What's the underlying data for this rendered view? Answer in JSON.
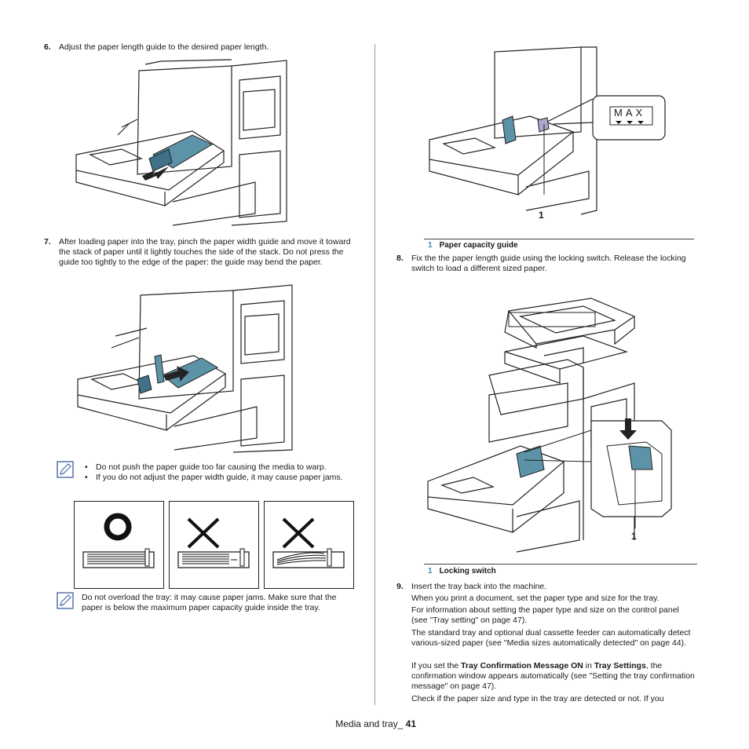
{
  "step6": {
    "num": "6.",
    "text": "Adjust the paper length guide to the desired paper length."
  },
  "step7": {
    "num": "7.",
    "text": "After loading paper into the tray, pinch the paper width guide and move it toward the stack of paper until it lightly touches the side of the stack. Do not press the guide too tightly to the edge of the paper: the guide may bend the paper."
  },
  "note1": {
    "icon": "note-pencil-icon",
    "bullets": [
      "Do not push the paper guide too far causing the media to warp.",
      "If you do not adjust the paper width guide, it may cause paper jams."
    ]
  },
  "note2": {
    "icon": "note-pencil-icon",
    "text": "Do not overload the tray: it may cause paper jams. Make sure that the paper is below the maximum paper capacity guide inside the tray."
  },
  "capacity_figure": {
    "max_label": "MAX",
    "callout": "1"
  },
  "caption1": {
    "num": "1",
    "text": "Paper capacity guide"
  },
  "step8": {
    "num": "8.",
    "text": "Fix the the paper length guide using the locking switch. Release the locking switch to load a different sized paper."
  },
  "locking_figure": {
    "callout": "1"
  },
  "caption2": {
    "num": "1",
    "text": "Locking switch"
  },
  "step9": {
    "num": "9.",
    "line1": "Insert the tray back into the machine.",
    "p1": "When you print a document, set the paper type and size for the tray.",
    "p2": "For information about setting the paper type and size on the control panel (see \"Tray setting\" on page 47).",
    "p3": "The standard tray and optional dual cassette feeder can automatically detect various-sized paper (see \"Media sizes automatically detected\" on page 44).",
    "p4_a": "If you set the ",
    "p4_b": "Tray Confirmation Message ON",
    "p4_c": " in ",
    "p4_d": "Tray Settings",
    "p4_e": ", the confirmation window appears automatically (see \"Setting the tray confirmation message\" on page 47).",
    "p5": "Check if the paper size and type in the tray are detected or not. If you"
  },
  "footer": {
    "label": "Media and tray_ ",
    "page": "41"
  }
}
